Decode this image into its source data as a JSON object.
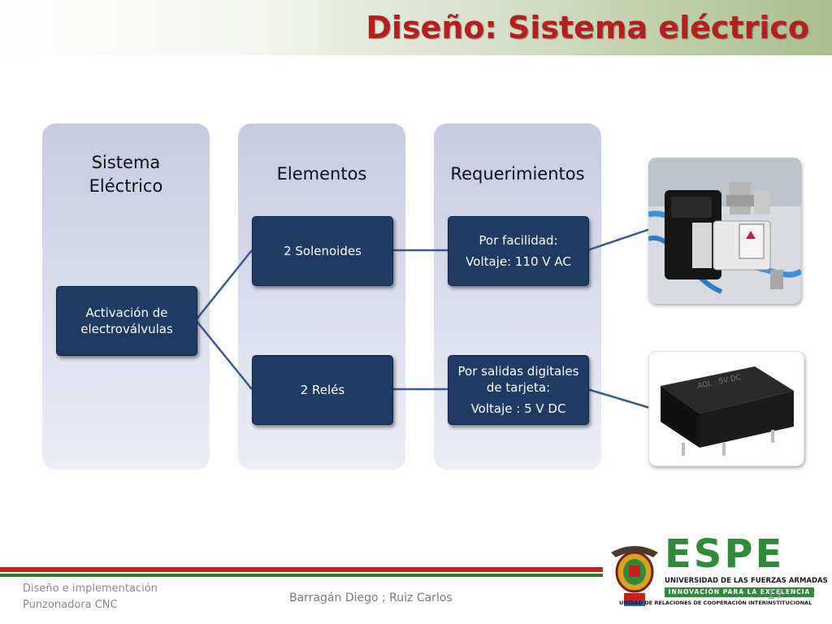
{
  "slide": {
    "title": "Diseño: Sistema eléctrico",
    "page_number": "17"
  },
  "columns": [
    {
      "header": "Sistema Eléctrico"
    },
    {
      "header": "Elementos"
    },
    {
      "header": "Requerimientos"
    }
  ],
  "boxes": {
    "activacion": {
      "line1": "Activación de",
      "line2": "electroválvulas"
    },
    "solenoides": {
      "label": "2 Solenoides"
    },
    "reles": {
      "label": "2 Relés"
    },
    "req_solenoides": {
      "label": "Por facilidad:",
      "detail": "Voltaje: 110 V AC"
    },
    "req_reles": {
      "label": "Por  salidas digitales de tarjeta:",
      "detail": "Voltaje : 5 V DC"
    }
  },
  "photos": {
    "top": {
      "icon": "solenoid-valve-photo"
    },
    "bottom": {
      "icon": "relay-photo"
    }
  },
  "footer": {
    "course_line1": "Diseño e implementación",
    "course_line2": "Punzonadora CNC",
    "authors": "Barragán Diego ; Ruiz Carlos",
    "logo_text": "ESPE",
    "logo_subtitle": "UNIVERSIDAD DE LAS FUERZAS ARMADAS",
    "logo_motto": "INNOVACIÓN PARA LA EXCELENCIA",
    "logo_unit": "UNIDAD DE RELACIONES DE COOPERACIÓN INTERINSTITUCIONAL"
  },
  "colors": {
    "title": "#b3201f",
    "box_fill": "#1f3a63",
    "column_fill": "#d6d9ea",
    "connector": "#3a5a8c",
    "footer_red": "#c4201f",
    "footer_green": "#2f7a33",
    "logo_green": "#2f8a3a"
  }
}
